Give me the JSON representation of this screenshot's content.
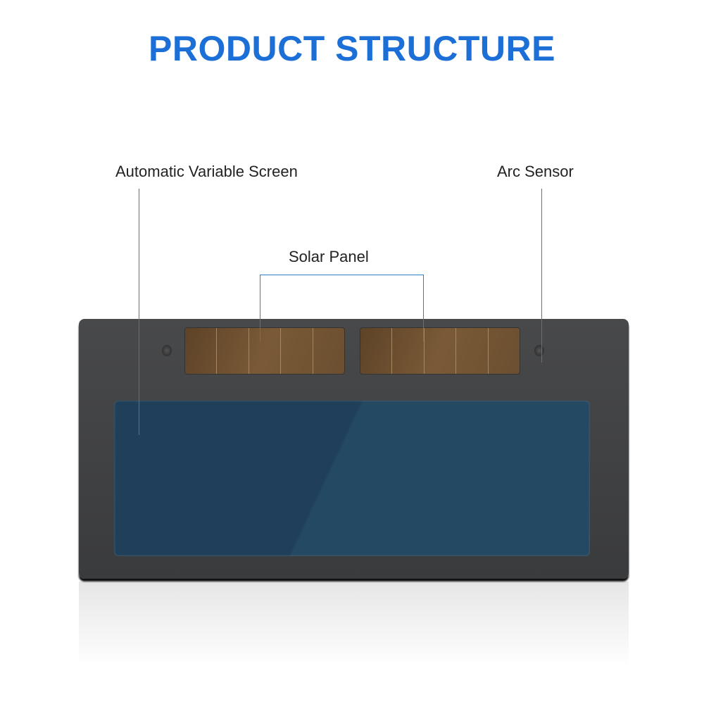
{
  "title": "PRODUCT STRUCTURE",
  "labels": {
    "screen": "Automatic Variable Screen",
    "solar": "Solar Panel",
    "sensor": "Arc Sensor"
  },
  "colors": {
    "title": "#1b6fd6",
    "leader": "#2b7fc7",
    "screen": "#1f3f5a",
    "solar": "#6b4f30",
    "body": "#414244"
  }
}
